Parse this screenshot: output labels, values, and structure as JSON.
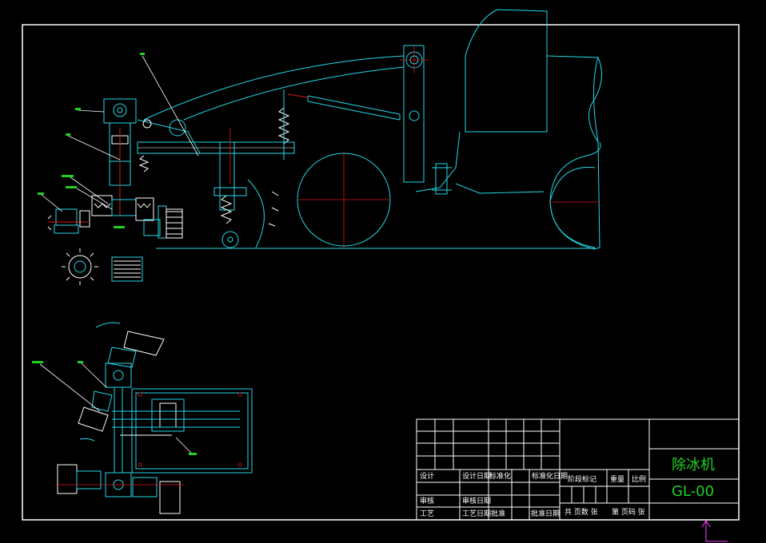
{
  "title_block": {
    "drawing_name": "除冰机",
    "drawing_number": "GL-00",
    "labels": {
      "design": "设计",
      "design_date": "设计日期",
      "standardization": "标准化",
      "standardization_date": "标准化日期",
      "review": "审核",
      "review_date": "审核日期",
      "process": "工艺",
      "process_date": "工艺日期",
      "approve": "批准",
      "approve_date": "批准日期",
      "stage_mark": "阶段标记",
      "weight": "重量",
      "scale": "比例",
      "total_sheets": "共 页数 张",
      "sheet_no": "第 页码 张"
    }
  },
  "colors": {
    "background": "#000000",
    "frame": "#ffffff",
    "outline": "#22d8e8",
    "centerline": "#e01818",
    "detail": "#ffffff",
    "tag": "#22d022",
    "hatch": "#d8d8d8",
    "cursor": "#ff40ff"
  }
}
